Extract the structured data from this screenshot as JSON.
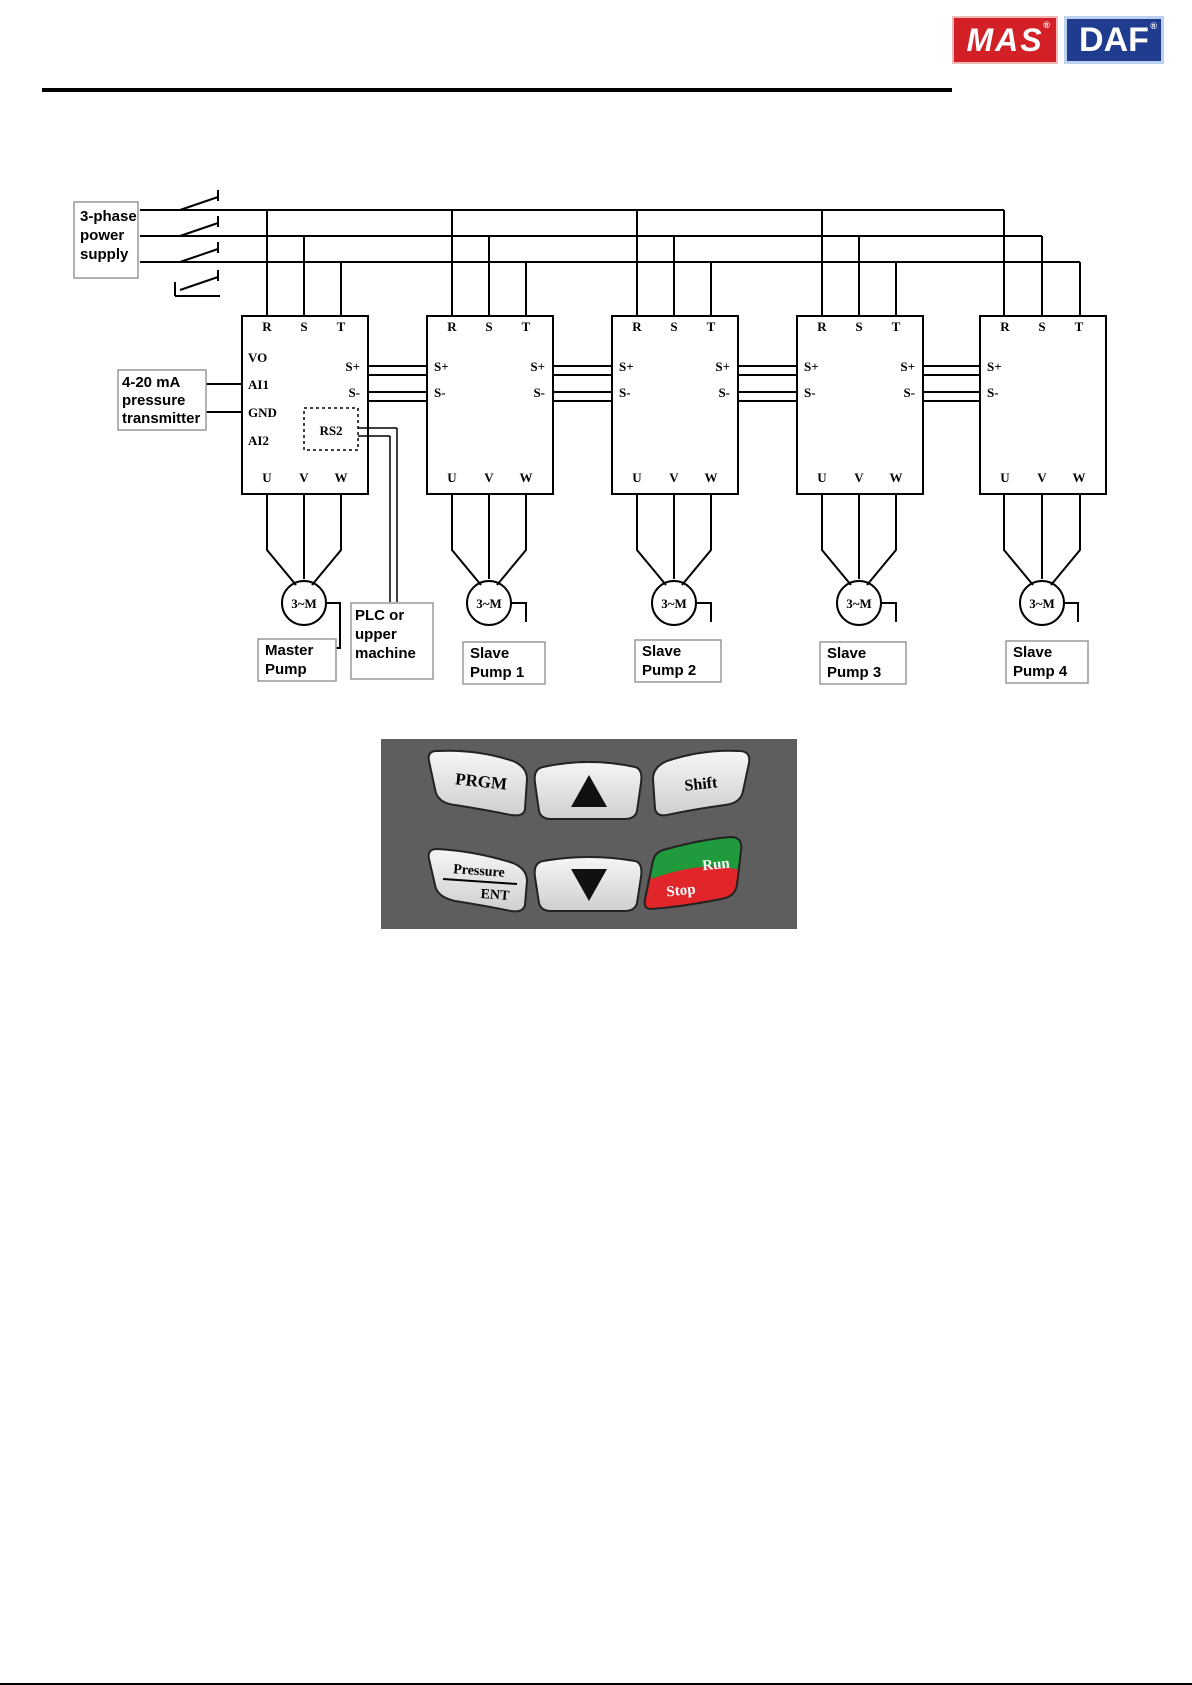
{
  "logo": {
    "left": "MAS",
    "right": "DAF",
    "mark": "®"
  },
  "power_supply": [
    "3-phase",
    "power",
    "supply"
  ],
  "transmitter": [
    "4-20 mA",
    "pressure",
    "transmitter"
  ],
  "master_terminals": {
    "vo": "VO",
    "ai1": "AI1",
    "gnd": "GND",
    "ai2": "AI2"
  },
  "rs": "RS2",
  "plc": [
    "PLC or",
    "upper",
    "machine"
  ],
  "input_terminals": [
    "R",
    "S",
    "T"
  ],
  "output_terminals": [
    "U",
    "V",
    "W"
  ],
  "comm_pos": "S+",
  "comm_neg": "S-",
  "motor_label": "3~M",
  "pumps": [
    [
      "Master",
      "Pump"
    ],
    [
      "Slave",
      "Pump 1"
    ],
    [
      "Slave",
      "Pump 2"
    ],
    [
      "Slave",
      "Pump 3"
    ],
    [
      "Slave",
      "Pump 4"
    ]
  ],
  "keypad": {
    "prgm": "PRGM",
    "shift": "Shift",
    "pressure": "Pressure",
    "ent": "ENT",
    "run": "Run",
    "stop": "Stop",
    "colors": {
      "run": "#1f9a3c",
      "stop": "#e0262b",
      "panel": "#5e5e5e",
      "key": "#ebebeb"
    }
  }
}
